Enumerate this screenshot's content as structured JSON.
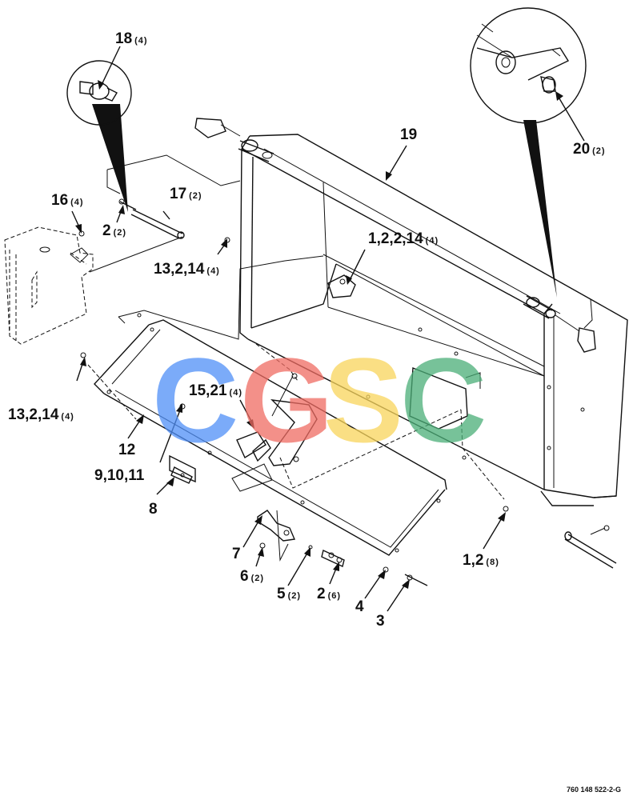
{
  "callouts": [
    {
      "id": "c18",
      "main": "18",
      "qty": "(4)"
    },
    {
      "id": "c19",
      "main": "19",
      "qty": ""
    },
    {
      "id": "c20",
      "main": "20",
      "qty": "(2)"
    },
    {
      "id": "c16",
      "main": "16",
      "qty": "(4)"
    },
    {
      "id": "c17",
      "main": "17",
      "qty": "(2)"
    },
    {
      "id": "c2a",
      "main": "2",
      "qty": "(2)"
    },
    {
      "id": "c13a",
      "main": "13,2,14",
      "qty": "(4)"
    },
    {
      "id": "c1224",
      "main": "1,2,2,14",
      "qty": "(4)"
    },
    {
      "id": "c13b",
      "main": "13,2,14",
      "qty": "(4)"
    },
    {
      "id": "c1521",
      "main": "15,21",
      "qty": "(4)"
    },
    {
      "id": "c12",
      "main": "12",
      "qty": ""
    },
    {
      "id": "c91011",
      "main": "9,10,11",
      "qty": ""
    },
    {
      "id": "c8",
      "main": "8",
      "qty": ""
    },
    {
      "id": "c7",
      "main": "7",
      "qty": ""
    },
    {
      "id": "c6",
      "main": "6",
      "qty": "(2)"
    },
    {
      "id": "c5",
      "main": "5",
      "qty": "(2)"
    },
    {
      "id": "c2b",
      "main": "2",
      "qty": "(6)"
    },
    {
      "id": "c4",
      "main": "4",
      "qty": ""
    },
    {
      "id": "c3",
      "main": "3",
      "qty": ""
    },
    {
      "id": "c12b",
      "main": "1,2",
      "qty": "(8)"
    }
  ],
  "drawing_code": "760 148 522-2-G",
  "watermark": {
    "letters": [
      "C",
      "G",
      "S",
      "C"
    ],
    "colors": [
      "#4f8ff7",
      "#ef6b62",
      "#f9d55b",
      "#4aae77"
    ]
  }
}
